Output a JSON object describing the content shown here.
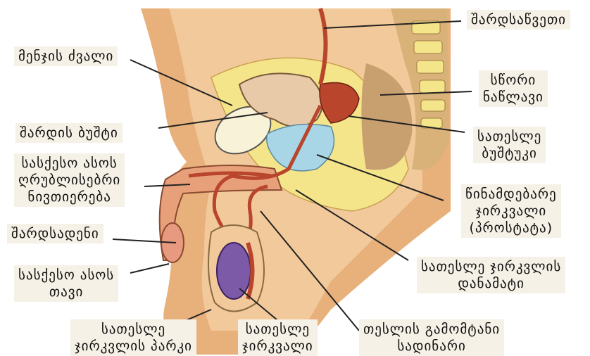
{
  "colors": {
    "background": "#ffffff",
    "skin_outer": "#e8b07a",
    "skin_inner": "#f2c99a",
    "bone_yellow": "#f4e58a",
    "bladder": "#e8c9a8",
    "rectum": "#c8a070",
    "prostate": "#a9d6e6",
    "duct_red": "#b8452c",
    "testis": "#7d5aa8",
    "vertebrae": "#d9b27a",
    "label_bg": "#f6f1e6",
    "leader": "#222222"
  },
  "labels": {
    "ureter": "შარდსაწვეთი",
    "pubic_bone": "მენჯის ძვალი",
    "rectum": [
      "სწორი",
      "ნაწლავი"
    ],
    "bladder": "შარდის ბუშტი",
    "seminal_vesicle": [
      "სათესლე",
      "ბუშტუკი"
    ],
    "corpus_cavernosum": [
      "სასქესო ასოს",
      "ღრუბლისებრი",
      "ნივთიერება"
    ],
    "prostate": [
      "წინამდებარე",
      "ჯირკვალი",
      "(პროსტატა)"
    ],
    "urethra": "შარდსადენი",
    "ejaculatory_duct": [
      "სათესლე ჯირკვლის",
      "დანამატი"
    ],
    "glans": [
      "სასქესო ასოს",
      "თავი"
    ],
    "scrotum": [
      "სათესლე",
      "ჯირკვლის პარკი"
    ],
    "testis": [
      "სათესლე",
      "ჯირკვალი"
    ],
    "vas_deferens": [
      "თესლის გამომტანი",
      "სადინარი"
    ]
  }
}
